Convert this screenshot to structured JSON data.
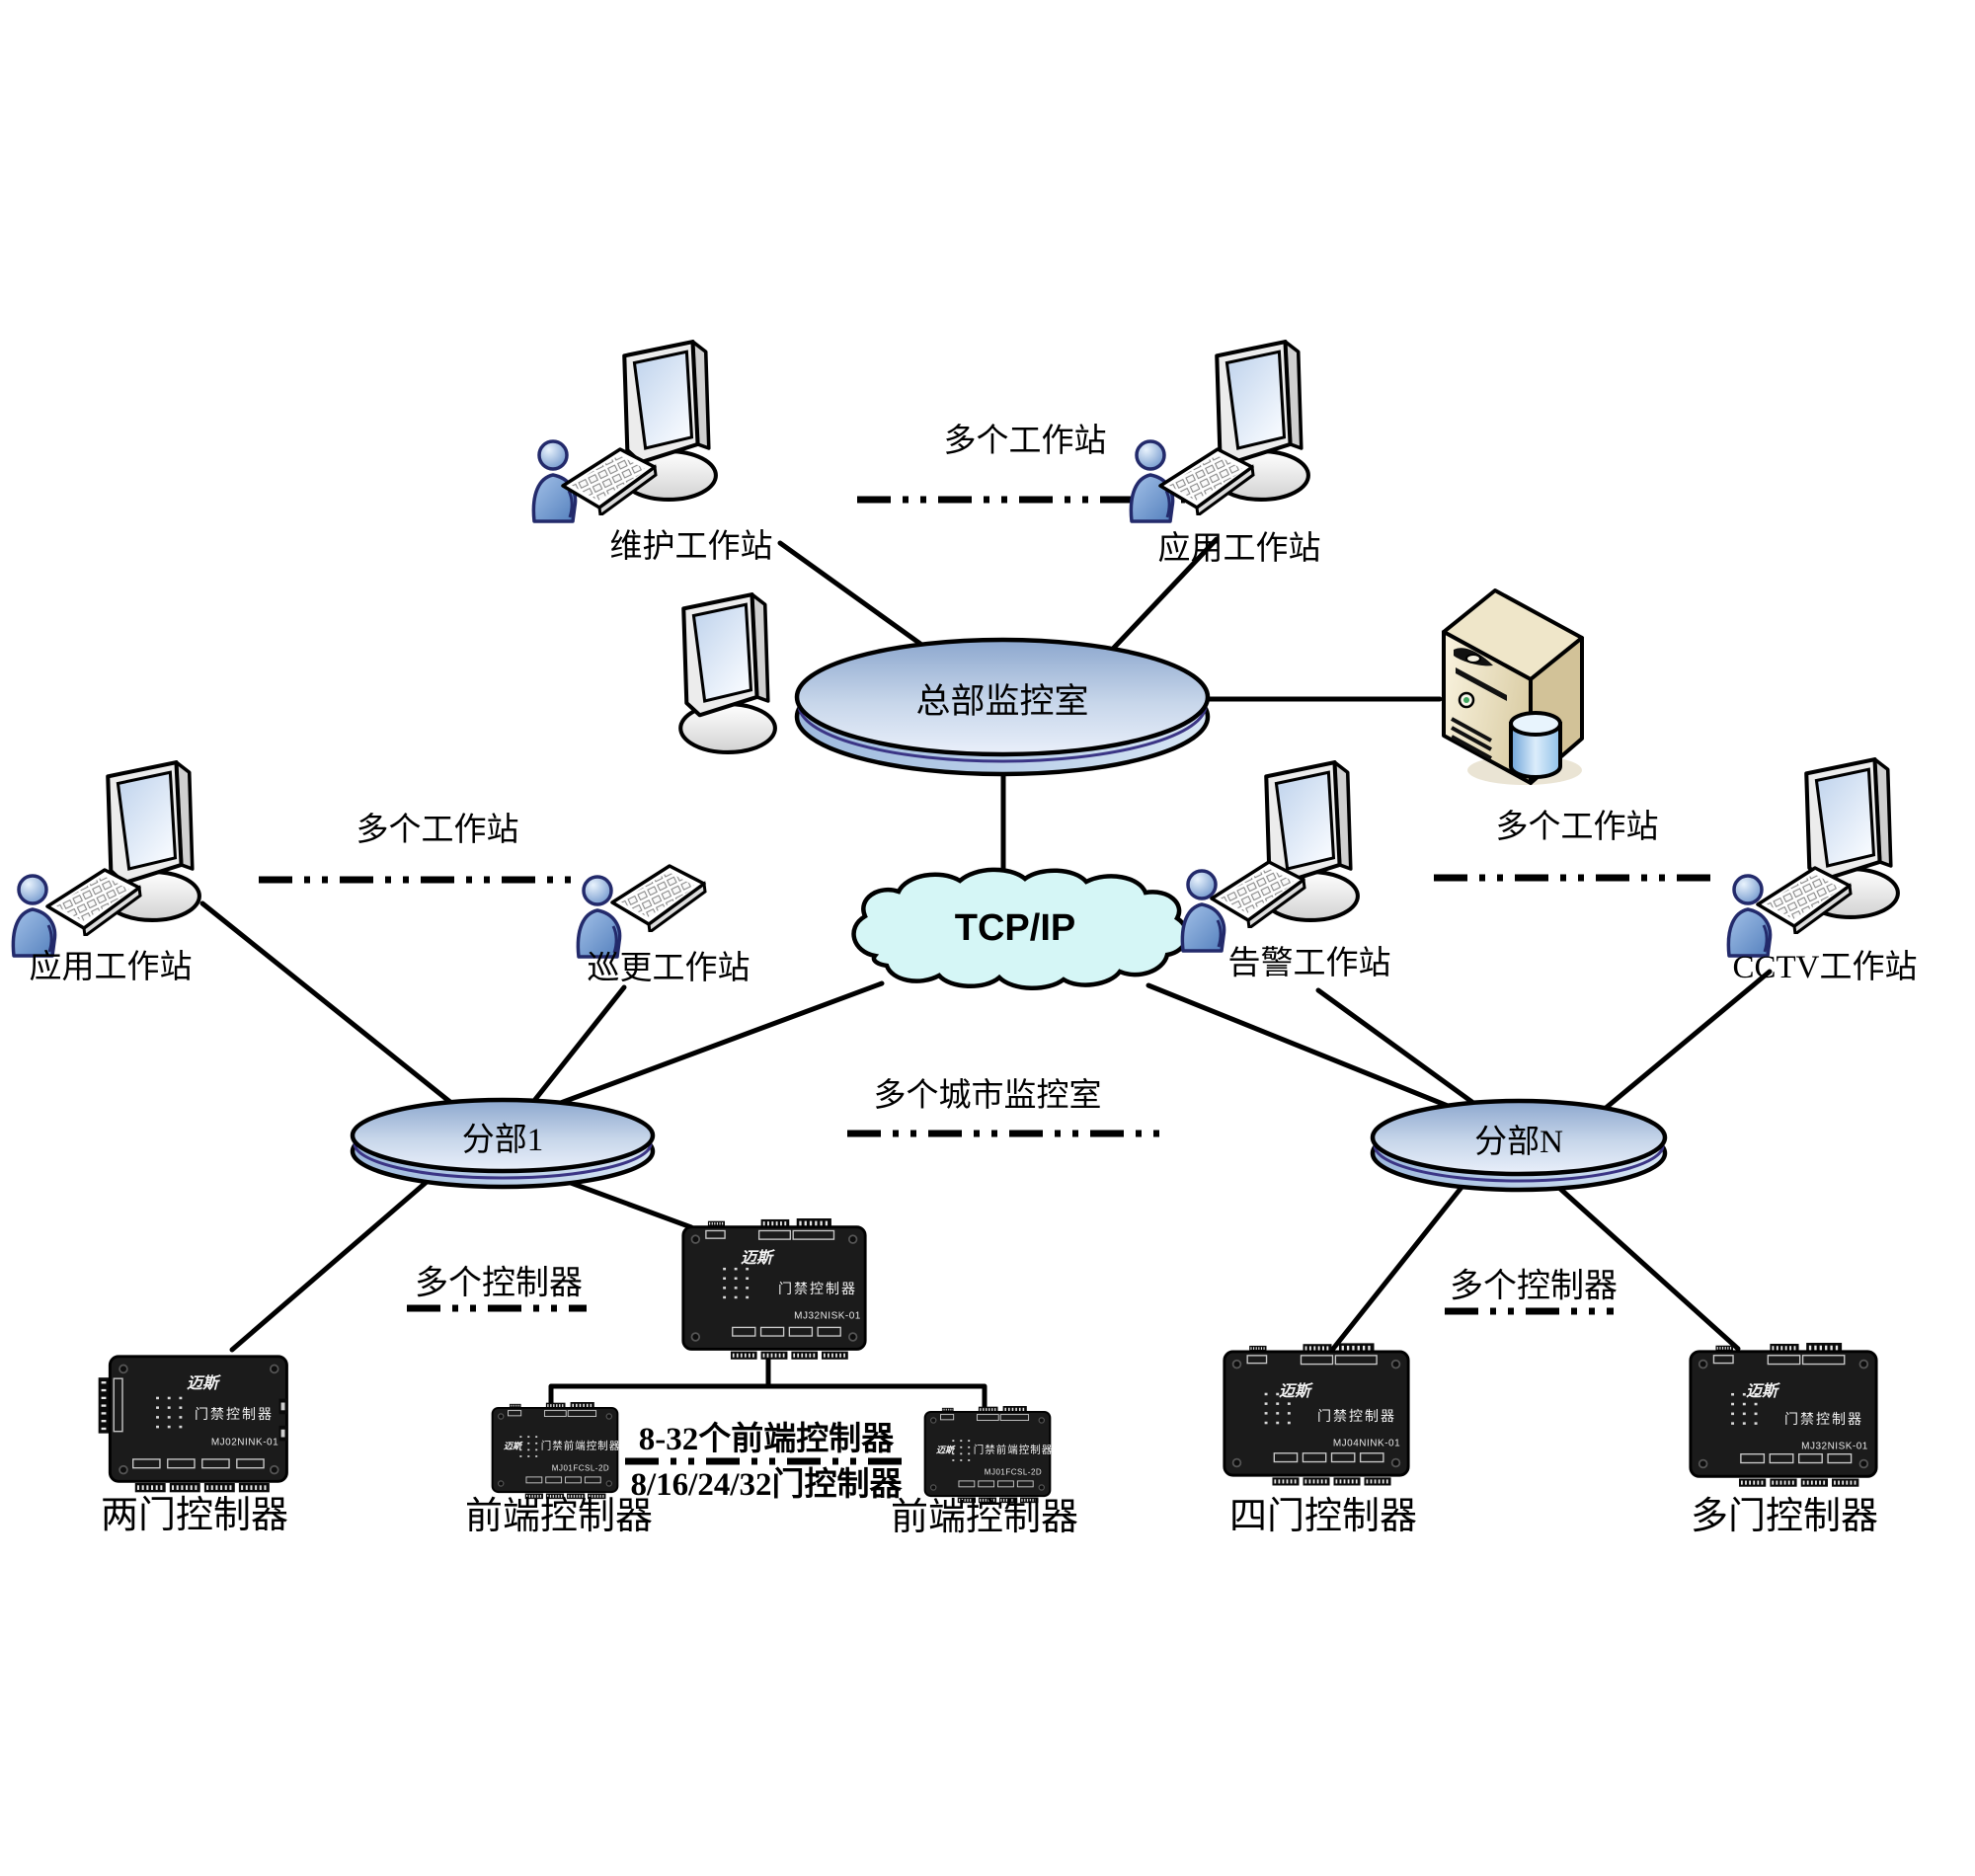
{
  "nodes": {
    "hq": {
      "label": "总部监控室"
    },
    "cloud": {
      "label": "TCP/IP"
    },
    "branch1": {
      "label": "分部1"
    },
    "branchN": {
      "label": "分部N"
    }
  },
  "workstations": [
    {
      "label": "维护工作站"
    },
    {
      "label": "应用工作站"
    },
    {
      "label": "应用工作站"
    },
    {
      "label": "巡更工作站"
    },
    {
      "label": "告警工作站"
    },
    {
      "label": "CCTV工作站"
    }
  ],
  "group_labels": {
    "workstations_top": "多个工作站",
    "workstations_left": "多个工作站",
    "workstations_right": "多个工作站",
    "city_rooms": "多个城市监控室",
    "controllers_left": "多个控制器",
    "controllers_right": "多个控制器"
  },
  "frontend_note": {
    "line1": "8-32个前端控制器",
    "line2": "8/16/24/32门控制器"
  },
  "controllers": [
    {
      "label": "两门控制器",
      "brand": "迈斯",
      "face": "门禁控制器",
      "model": "MJ02NINK-01"
    },
    {
      "label": "",
      "brand": "迈斯",
      "face": "门禁控制器",
      "model": "MJ32NISK-01"
    },
    {
      "label": "前端控制器",
      "brand": "迈斯",
      "face": "门禁前端控制器",
      "model": "MJ01FCSL-2D"
    },
    {
      "label": "前端控制器",
      "brand": "迈斯",
      "face": "门禁前端控制器",
      "model": "MJ01FCSL-2D"
    },
    {
      "label": "四门控制器",
      "brand": "迈斯",
      "face": "门禁控制器",
      "model": "MJ04NINK-01"
    },
    {
      "label": "多门控制器",
      "brand": "迈斯",
      "face": "门禁控制器",
      "model": "MJ32NISK-01"
    }
  ],
  "colors": {
    "node_fill_top": "#9fb9db",
    "node_fill_side": "#b9d0ea",
    "node_ring": "#3b3585",
    "cloud_fill": "#d5f6f6",
    "outline": "#000000",
    "device_body": "#1b1b1b",
    "person_blue": "#6f9bd2",
    "server_tan": "#e9dfc2"
  }
}
